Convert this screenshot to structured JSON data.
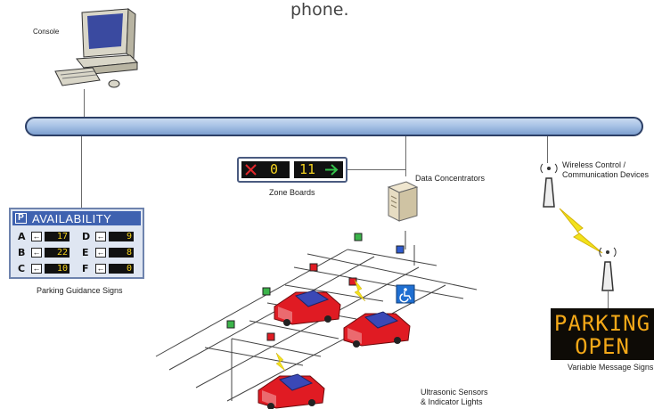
{
  "header": {
    "partial_text": "phone."
  },
  "console": {
    "label": "Console"
  },
  "guidance": {
    "title": "AVAILABILITY",
    "rows": [
      {
        "letter": "A",
        "value": "17"
      },
      {
        "letter": "D",
        "value": "9"
      },
      {
        "letter": "B",
        "value": "22"
      },
      {
        "letter": "E",
        "value": "8"
      },
      {
        "letter": "C",
        "value": "10"
      },
      {
        "letter": "F",
        "value": "0"
      }
    ],
    "caption": "Parking Guidance Signs"
  },
  "zone_boards": {
    "left_value": "0",
    "right_value": "11",
    "caption": "Zone Boards"
  },
  "data_concentrators": {
    "caption": "Data Concentrators"
  },
  "wireless": {
    "caption_line1": "Wireless Control /",
    "caption_line2": "Communication Devices"
  },
  "vms": {
    "line1": "PARKING",
    "line2": "OPEN",
    "caption": "Variable Message Signs"
  },
  "sensors": {
    "caption_line1": "Ultrasonic Sensors",
    "caption_line2": "& Indicator Lights"
  },
  "colors": {
    "bus": "#a9c3e6",
    "sign_blue": "#3f62b0",
    "led_yellow": "#f4d21f",
    "vms_amber": "#f3a818",
    "car_red": "#e01b23"
  },
  "icons": [
    "computer-icon",
    "server-icon",
    "antenna-icon",
    "lightning-icon",
    "car-icon",
    "wheelchair-icon"
  ]
}
